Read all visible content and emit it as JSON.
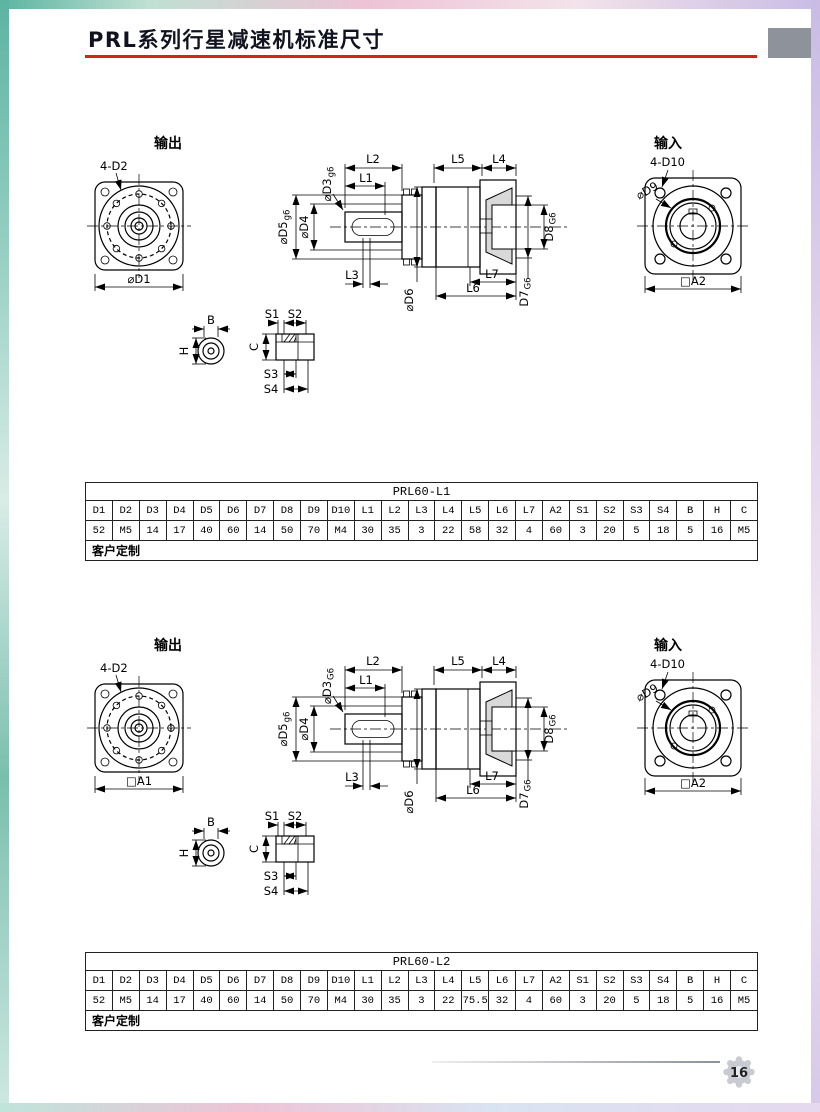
{
  "page": {
    "title": "PRL系列行星减速机标准尺寸",
    "page_number": "16"
  },
  "theme": {
    "accent_red": "#d2241c",
    "gray_box": "#8e939b",
    "frame_teal": "#5cb4a2",
    "frame_pink": "#eec3d6",
    "frame_purple": "#c9bce5"
  },
  "sections": [
    {
      "output": {
        "title": "输出",
        "holes_label": "4-D2",
        "dim_label": "⌀D1"
      },
      "input": {
        "title": "输入",
        "holes_label": "4-D10",
        "d9_label": "⌀D9",
        "dim_label": "□A2"
      },
      "side": {
        "l1": "L1",
        "l2": "L2",
        "l3": "L3",
        "l4": "L4",
        "l5": "L5",
        "l6": "L6",
        "l7": "L7",
        "d3": {
          "text": "⌀D3",
          "tol": "g6"
        },
        "d4": "⌀D4",
        "d5": {
          "text": "⌀D5",
          "tol": "g6"
        },
        "d6": "⌀D6",
        "d7": {
          "text": "D7",
          "tol": "G6"
        },
        "d8": {
          "text": "D8",
          "tol": "G6"
        }
      },
      "detail": {
        "b": "B",
        "h": "H",
        "c": "C",
        "s1": "S1",
        "s2": "S2",
        "s3": "S3",
        "s4": "S4"
      },
      "table": {
        "title": "PRL60-L1",
        "headers": [
          "D1",
          "D2",
          "D3",
          "D4",
          "D5",
          "D6",
          "D7",
          "D8",
          "D9",
          "D10",
          "L1",
          "L2",
          "L3",
          "L4",
          "L5",
          "L6",
          "L7",
          "A2",
          "S1",
          "S2",
          "S3",
          "S4",
          "B",
          "H",
          "C"
        ],
        "values": [
          "52",
          "M5",
          "14",
          "17",
          "40",
          "60",
          "14",
          "50",
          "70",
          "M4",
          "30",
          "35",
          "3",
          "22",
          "58",
          "32",
          "4",
          "60",
          "3",
          "20",
          "5",
          "18",
          "5",
          "16",
          "M5"
        ],
        "footer": "客户定制"
      }
    },
    {
      "output": {
        "title": "输出",
        "holes_label": "4-D2",
        "dim_label": "□A1"
      },
      "input": {
        "title": "输入",
        "holes_label": "4-D10",
        "d9_label": "⌀D9",
        "dim_label": "□A2"
      },
      "side": {
        "l1": "L1",
        "l2": "L2",
        "l3": "L3",
        "l4": "L4",
        "l5": "L5",
        "l6": "L6",
        "l7": "L7",
        "d3": {
          "text": "⌀D3",
          "tol": "G6"
        },
        "d4": "⌀D4",
        "d5": {
          "text": "⌀D5",
          "tol": "g6"
        },
        "d6": "⌀D6",
        "d7": {
          "text": "D7",
          "tol": "G6"
        },
        "d8": {
          "text": "D8",
          "tol": "G6"
        }
      },
      "detail": {
        "b": "B",
        "h": "H",
        "c": "C",
        "s1": "S1",
        "s2": "S2",
        "s3": "S3",
        "s4": "S4"
      },
      "table": {
        "title": "PRL60-L2",
        "headers": [
          "D1",
          "D2",
          "D3",
          "D4",
          "D5",
          "D6",
          "D7",
          "D8",
          "D9",
          "D10",
          "L1",
          "L2",
          "L3",
          "L4",
          "L5",
          "L6",
          "L7",
          "A2",
          "S1",
          "S2",
          "S3",
          "S4",
          "B",
          "H",
          "C"
        ],
        "values": [
          "52",
          "M5",
          "14",
          "17",
          "40",
          "60",
          "14",
          "50",
          "70",
          "M4",
          "30",
          "35",
          "3",
          "22",
          "75.5",
          "32",
          "4",
          "60",
          "3",
          "20",
          "5",
          "18",
          "5",
          "16",
          "M5"
        ],
        "footer": "客户定制"
      }
    }
  ]
}
